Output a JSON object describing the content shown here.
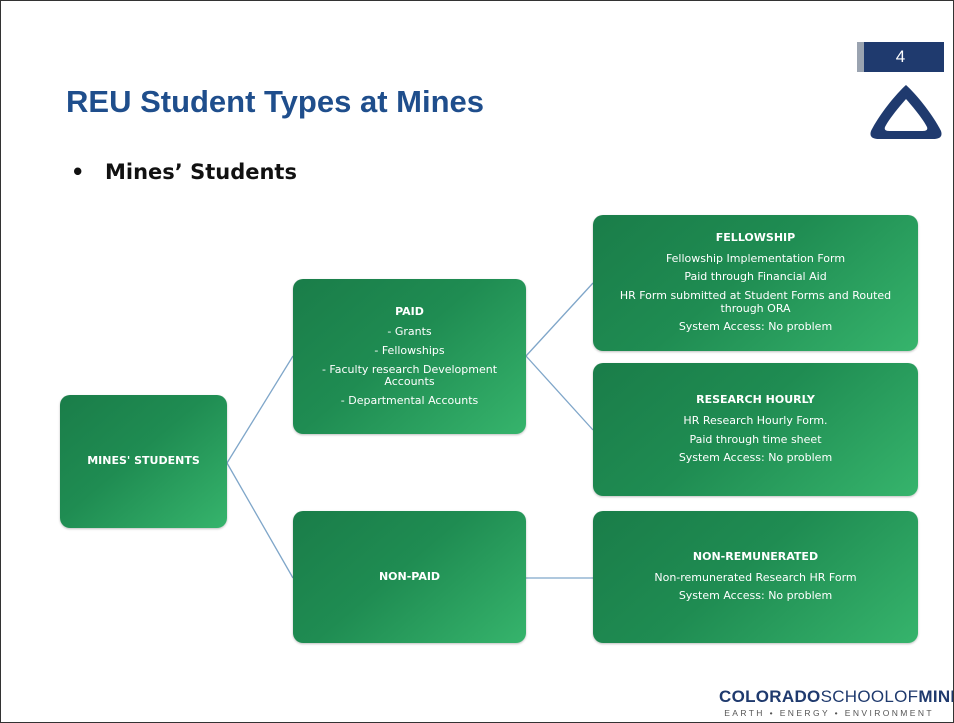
{
  "slide": {
    "page_number": "4",
    "title": "REU Student Types at Mines",
    "bullet": "Mines’ Students"
  },
  "diagram": {
    "root": {
      "label": "MINES' STUDENTS"
    },
    "paid": {
      "label": "PAID",
      "items": [
        "- Grants",
        "- Fellowships",
        "- Faculty research Development Accounts",
        "- Departmental Accounts"
      ]
    },
    "non_paid": {
      "label": "NON-PAID"
    },
    "fellowship": {
      "label": "FELLOWSHIP",
      "items": [
        "Fellowship Implementation Form",
        "Paid through Financial Aid",
        "HR Form submitted at Student Forms and Routed through ORA",
        "System Access: No problem"
      ]
    },
    "research_hourly": {
      "label": "RESEARCH HOURLY",
      "items": [
        "HR Research Hourly Form.",
        "Paid through time sheet",
        "System Access: No problem"
      ]
    },
    "non_remunerated": {
      "label": "NON-REMUNERATED",
      "items": [
        "Non-remunerated Research HR Form",
        "System Access: No problem"
      ]
    },
    "colors": {
      "box": "#1f8c52",
      "connector": "#7fa6c9"
    }
  },
  "footer": {
    "brand_bold1": "COLORADO",
    "brand_regular": "SCHOOLOF",
    "brand_bold2": "MINES",
    "tagline": "EARTH • ENERGY • ENVIRONMENT"
  },
  "icons": {
    "logo": "mines-triangle-logo-icon"
  }
}
